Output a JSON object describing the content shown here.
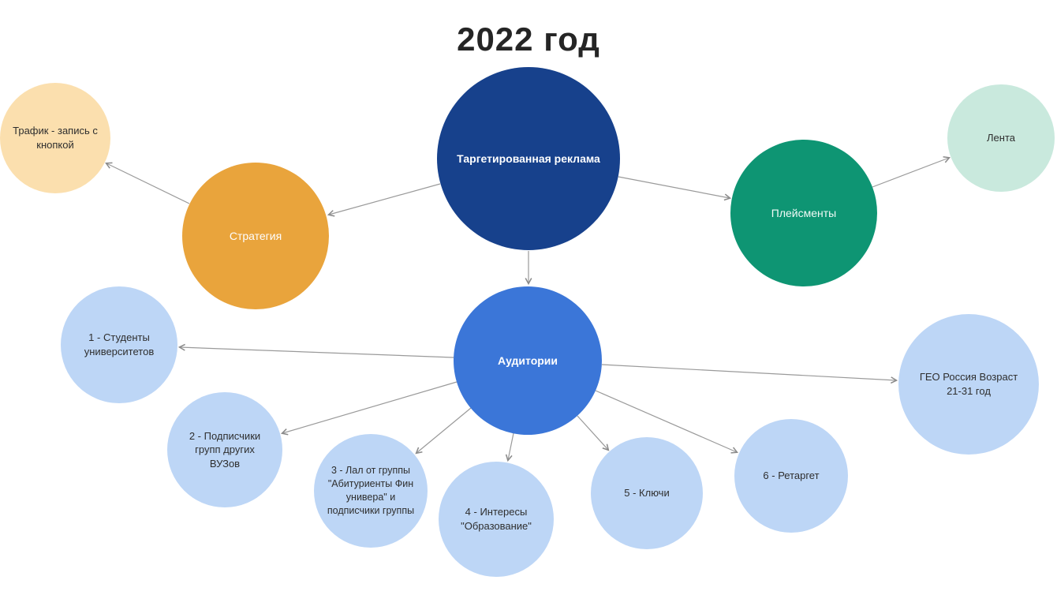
{
  "title": "2022 год",
  "diagram": {
    "nodes": {
      "root": {
        "label": "Таргетированная реклама",
        "color": "#17418c"
      },
      "strategy": {
        "label": "Стратегия",
        "color": "#e9a43c"
      },
      "traffic": {
        "label": "Трафик - запись с кнопкой",
        "color": "#fbdfae"
      },
      "placements": {
        "label": "Плейсменты",
        "color": "#0e9573"
      },
      "feed": {
        "label": "Лента",
        "color": "#c9e9dd"
      },
      "audiences": {
        "label": "Аудитории",
        "color": "#3b76d8"
      },
      "aud1": {
        "label": "1 - Студенты университетов",
        "color": "#bdd6f6"
      },
      "aud2": {
        "label": "2 - Подписчики групп других ВУЗов",
        "color": "#bdd6f6"
      },
      "aud3": {
        "label": "3 - Лал от группы \"Абитуриенты Фин универа\" и подписчики группы",
        "color": "#bdd6f6"
      },
      "aud4": {
        "label": "4 - Интересы \"Образование\"",
        "color": "#bdd6f6"
      },
      "aud5": {
        "label": "5 - Ключи",
        "color": "#bdd6f6"
      },
      "aud6": {
        "label": "6 - Ретаргет",
        "color": "#bdd6f6"
      },
      "geo": {
        "label": "ГЕО Россия Возраст 21-31 год",
        "color": "#bdd6f6"
      }
    },
    "edges": [
      {
        "from": "root",
        "to": "strategy"
      },
      {
        "from": "strategy",
        "to": "traffic"
      },
      {
        "from": "root",
        "to": "placements"
      },
      {
        "from": "placements",
        "to": "feed"
      },
      {
        "from": "root",
        "to": "audiences"
      },
      {
        "from": "audiences",
        "to": "aud1"
      },
      {
        "from": "audiences",
        "to": "aud2"
      },
      {
        "from": "audiences",
        "to": "aud3"
      },
      {
        "from": "audiences",
        "to": "aud4"
      },
      {
        "from": "audiences",
        "to": "aud5"
      },
      {
        "from": "audiences",
        "to": "aud6"
      },
      {
        "from": "audiences",
        "to": "geo"
      }
    ],
    "connector_color": "#9a9a9a"
  }
}
